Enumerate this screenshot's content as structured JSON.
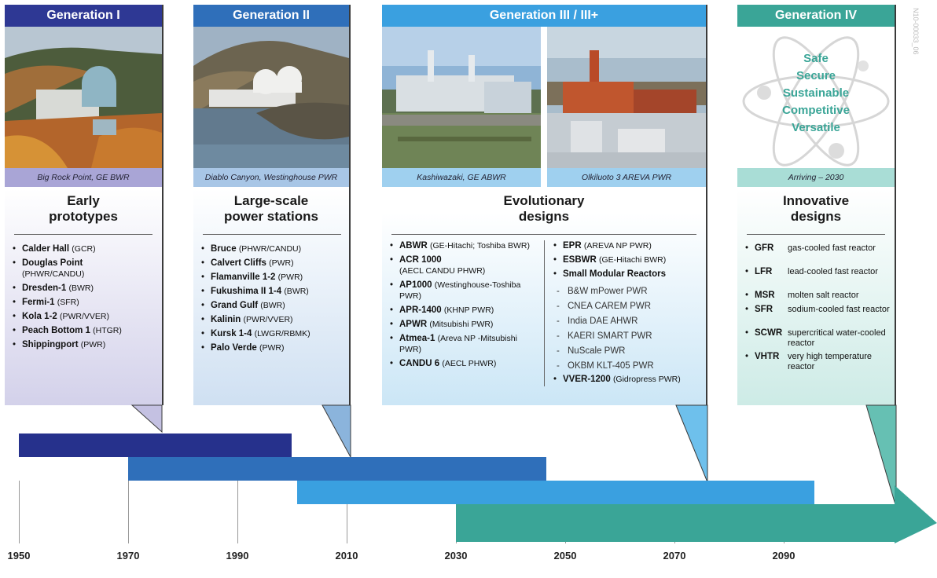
{
  "generations": [
    {
      "header": "Generation I",
      "caption": "Big Rock Point, GE BWR",
      "title": "Early\nprototypes",
      "reactors": [
        {
          "name": "Calder Hall",
          "detail": "(GCR)"
        },
        {
          "name": "Douglas Point",
          "detail": "(PHWR/CANDU)"
        },
        {
          "name": "Dresden-1",
          "detail": "(BWR)"
        },
        {
          "name": "Fermi-1",
          "detail": "(SFR)"
        },
        {
          "name": "Kola 1-2",
          "detail": "(PWR/VVER)"
        },
        {
          "name": "Peach Bottom 1",
          "detail": "(HTGR)"
        },
        {
          "name": "Shippingport",
          "detail": "(PWR)"
        }
      ]
    },
    {
      "header": "Generation II",
      "caption": "Diablo Canyon, Westinghouse PWR",
      "title": "Large-scale\npower stations",
      "reactors": [
        {
          "name": "Bruce",
          "detail": "(PHWR/CANDU)"
        },
        {
          "name": "Calvert Cliffs",
          "detail": "(PWR)"
        },
        {
          "name": "Flamanville 1-2",
          "detail": "(PWR)"
        },
        {
          "name": "Fukushima II 1-4",
          "detail": "(BWR)"
        },
        {
          "name": "Grand Gulf",
          "detail": "(BWR)"
        },
        {
          "name": "Kalinin",
          "detail": "(PWR/VVER)"
        },
        {
          "name": "Kursk 1-4",
          "detail": "(LWGR/RBMK)"
        },
        {
          "name": "Palo Verde",
          "detail": "(PWR)"
        }
      ]
    },
    {
      "header": "Generation III / III+",
      "caption_left": "Kashiwazaki, GE ABWR",
      "caption_right": "Olkiluoto 3 AREVA PWR",
      "title": "Evolutionary\ndesigns",
      "reactors_left": [
        {
          "name": "ABWR",
          "detail": "(GE-Hitachi; Toshiba BWR)"
        },
        {
          "name": "ACR 1000",
          "detail": "(AECL CANDU PHWR)"
        },
        {
          "name": "AP1000",
          "detail": "(Westinghouse-Toshiba PWR)"
        },
        {
          "name": "APR-1400",
          "detail": "(KHNP PWR)"
        },
        {
          "name": "APWR",
          "detail": "(Mitsubishi PWR)"
        },
        {
          "name": "Atmea-1",
          "detail": "(Areva NP -Mitsubishi PWR)"
        },
        {
          "name": "CANDU 6",
          "detail": "(AECL PHWR)"
        }
      ],
      "reactors_right": [
        {
          "name": "EPR",
          "detail": "(AREVA NP PWR)"
        },
        {
          "name": "ESBWR",
          "detail": "(GE-Hitachi BWR)"
        },
        {
          "name": "Small Modular Reactors",
          "detail": ""
        }
      ],
      "smr": [
        "B&W mPower PWR",
        "CNEA CAREM PWR",
        "India DAE AHWR",
        "KAERI SMART PWR",
        "NuScale PWR",
        "OKBM KLT-405 PWR"
      ],
      "reactors_right_end": [
        {
          "name": "VVER-1200",
          "detail": "(Gidropress PWR)"
        }
      ]
    },
    {
      "header": "Generation IV",
      "goals": [
        "Safe",
        "Secure",
        "Sustainable",
        "Competitive",
        "Versatile"
      ],
      "caption": "Arriving – 2030",
      "title": "Innovative\ndesigns",
      "reactors": [
        {
          "abbr": "GFR",
          "desc": "gas-cooled fast reactor"
        },
        {
          "abbr": "LFR",
          "desc": "lead-cooled fast reactor"
        },
        {
          "abbr": "MSR",
          "desc": "molten salt reactor"
        },
        {
          "abbr": "SFR",
          "desc": "sodium-cooled fast reactor"
        },
        {
          "abbr": "SCWR",
          "desc": "supercritical water-cooled reactor"
        },
        {
          "abbr": "VHTR",
          "desc": "very high temperature reactor"
        }
      ]
    }
  ],
  "bullet": "•",
  "dash": "-",
  "timeline": {
    "years": [
      "1950",
      "1970",
      "1990",
      "2010",
      "2030",
      "2050",
      "2070",
      "2090"
    ],
    "bars": [
      {
        "generation": "Generation I",
        "start": 1950,
        "end": 2000,
        "color": "#26318c"
      },
      {
        "generation": "Generation II",
        "start": 1970,
        "end": 2047,
        "color": "#2f6fba"
      },
      {
        "generation": "Generation III / III+",
        "start": 2001,
        "end": 2096,
        "color": "#3aa0e0"
      },
      {
        "generation": "Generation IV",
        "start": 2030,
        "end": 2116,
        "color": "#3aa597"
      }
    ]
  },
  "colors": {
    "gen1": "#2e3894",
    "gen2": "#2f6fba",
    "gen3": "#3aa0e0",
    "gen4": "#3aa597"
  },
  "watermark": "N10-00033_06"
}
